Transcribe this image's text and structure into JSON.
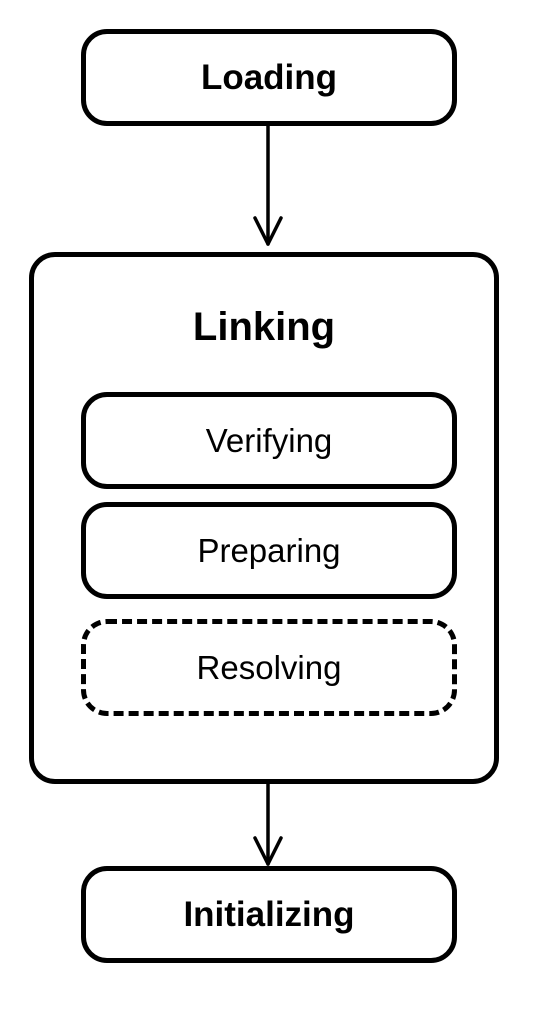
{
  "diagram": {
    "nodes": {
      "loading": "Loading",
      "linking": "Linking",
      "verifying": "Verifying",
      "preparing": "Preparing",
      "resolving": "Resolving",
      "initializing": "Initializing"
    },
    "edges": [
      {
        "from": "Loading",
        "to": "Linking"
      },
      {
        "from": "Linking",
        "to": "Initializing"
      }
    ],
    "dashed_nodes": [
      "Resolving"
    ]
  }
}
